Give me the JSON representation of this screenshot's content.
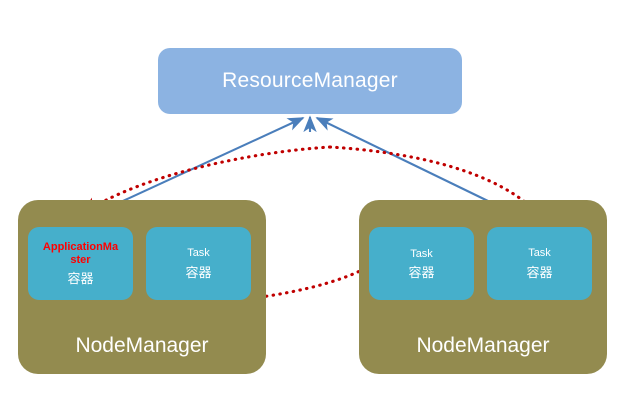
{
  "diagram": {
    "title": "YARN ResourceManager / NodeManager architecture",
    "colors": {
      "background": "#ffffff",
      "resource_manager": "#8cb3e2",
      "node_manager": "#938b4f",
      "container": "#46afcb",
      "solid_edge": "#4a7ebb",
      "dotted_edge": "#c00000",
      "app_master_text": "#ff0000",
      "label_text": "#ffffff"
    },
    "resource_manager": {
      "label": "ResourceManager"
    },
    "node_managers": [
      {
        "label": "NodeManager",
        "containers": [
          {
            "title": "ApplicationMaster",
            "subtitle": "容器",
            "kind": "app-master"
          },
          {
            "title": "Task",
            "subtitle": "容器",
            "kind": "task"
          }
        ]
      },
      {
        "label": "NodeManager",
        "containers": [
          {
            "title": "Task",
            "subtitle": "容器",
            "kind": "task"
          },
          {
            "title": "Task",
            "subtitle": "容器",
            "kind": "task"
          }
        ]
      }
    ],
    "edges": [
      {
        "name": "nm-left-to-rm",
        "style": "solid",
        "color": "#4a7ebb",
        "arrow": "to-resource-manager"
      },
      {
        "name": "nm-right-to-rm",
        "style": "solid",
        "color": "#4a7ebb",
        "arrow": "to-resource-manager"
      },
      {
        "name": "rm-to-app-master",
        "style": "dotted",
        "color": "#c00000",
        "arrow": "to-app-master"
      },
      {
        "name": "rm-to-remote-task",
        "style": "dotted",
        "color": "#c00000",
        "arrow": "to-remote-task"
      },
      {
        "name": "remote-task-to-app-master",
        "style": "dotted",
        "color": "#c00000",
        "arrow": "to-app-master"
      },
      {
        "name": "local-task-to-app-master",
        "style": "solid-arrowhead",
        "color": "#c00000",
        "arrow": "to-app-master"
      }
    ]
  }
}
